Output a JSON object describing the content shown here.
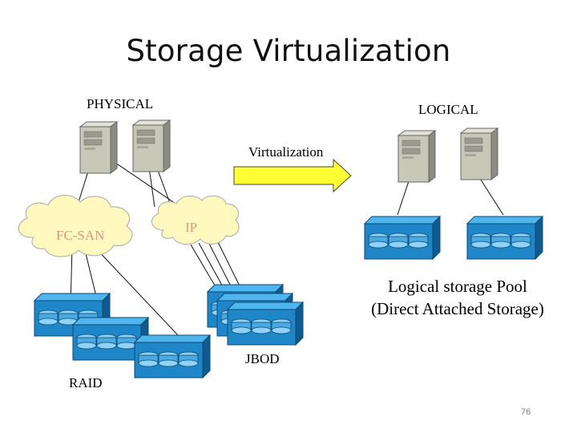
{
  "title": "Storage Virtualization",
  "labels": {
    "physical": "PHYSICAL",
    "logical": "LOGICAL",
    "virtualization": "Virtualization",
    "fc_san": "FC-SAN",
    "ip": "IP",
    "pool_line1": "Logical storage Pool",
    "pool_line2": "(Direct Attached Storage)",
    "jbod": "JBOD",
    "raid": "RAID"
  },
  "page_number": "76",
  "colors": {
    "server_body": "#c8c8b8",
    "array_blue": "#1f86c8",
    "array_dark": "#0f5a8e",
    "cloud_fill": "#fff9bf",
    "arrow_fill": "#ffff33",
    "cloud_text": "#d49a80"
  },
  "icons": {
    "server": "server-tower-icon",
    "array": "disk-array-icon",
    "cloud": "network-cloud-icon",
    "arrow": "right-arrow-icon"
  }
}
